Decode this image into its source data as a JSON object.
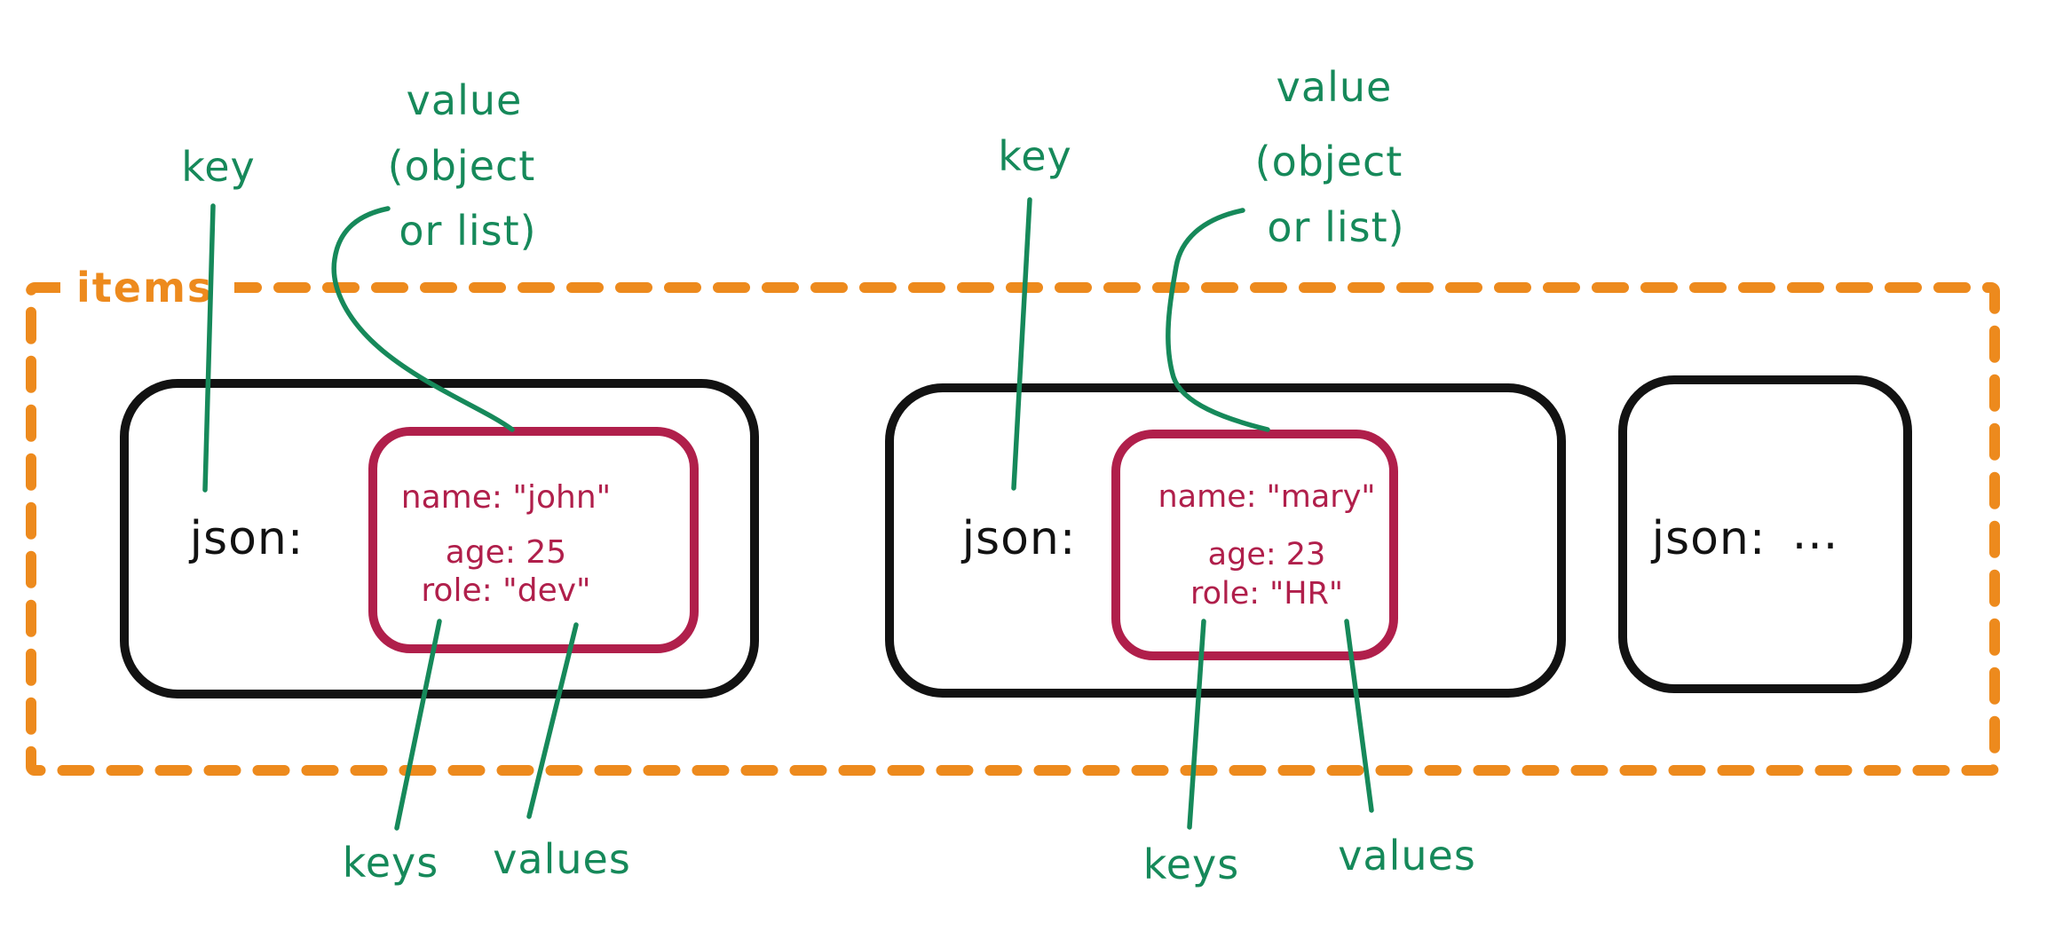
{
  "diagram": {
    "container_label": "items",
    "colors": {
      "orange": "#ED8A1D",
      "green": "#16895A",
      "crimson": "#B01F4B",
      "black": "#121212"
    },
    "groups": [
      {
        "key_label": "key",
        "value_label_lines": [
          "value",
          "(object",
          "or list)"
        ],
        "json_key": "json:",
        "object_lines": [
          "name: \"john\"",
          "age: 25",
          "role: \"dev\""
        ],
        "keys_label": "keys",
        "values_label": "values"
      },
      {
        "key_label": "key",
        "value_label_lines": [
          "value",
          "(object",
          "or list)"
        ],
        "json_key": "json:",
        "object_lines": [
          "name: \"mary\"",
          "age: 23",
          "role: \"HR\""
        ],
        "keys_label": "keys",
        "values_label": "values"
      },
      {
        "json_key": "json:",
        "ellipsis": "..."
      }
    ]
  }
}
